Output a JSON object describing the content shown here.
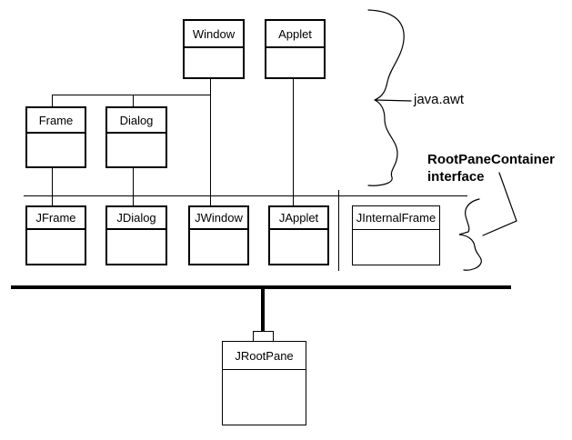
{
  "diagram": {
    "colors": {
      "line": "#000000",
      "background": "#ffffff",
      "text": "#000000"
    },
    "classes": {
      "window": {
        "label": "Window"
      },
      "applet": {
        "label": "Applet"
      },
      "frame": {
        "label": "Frame"
      },
      "dialog": {
        "label": "Dialog"
      },
      "jframe": {
        "label": "JFrame"
      },
      "jdialog": {
        "label": "JDialog"
      },
      "jwindow": {
        "label": "JWindow"
      },
      "japplet": {
        "label": "JApplet"
      },
      "jinternalframe": {
        "label": "JInternalFrame"
      },
      "jrootpane": {
        "label": "JRootPane"
      }
    },
    "annotations": {
      "package_label": "java.awt",
      "interface_label": "RootPaneContainer",
      "interface_sublabel": "interface"
    },
    "edges": [
      {
        "from": "Window",
        "to": "Frame"
      },
      {
        "from": "Window",
        "to": "Dialog"
      },
      {
        "from": "Window",
        "to": "JWindow"
      },
      {
        "from": "Applet",
        "to": "JApplet"
      },
      {
        "from": "Frame",
        "to": "JFrame"
      },
      {
        "from": "Dialog",
        "to": "JDialog"
      },
      {
        "type": "containment",
        "from": "JFrame JDialog JWindow JApplet JInternalFrame",
        "to": "JRootPane"
      }
    ]
  }
}
